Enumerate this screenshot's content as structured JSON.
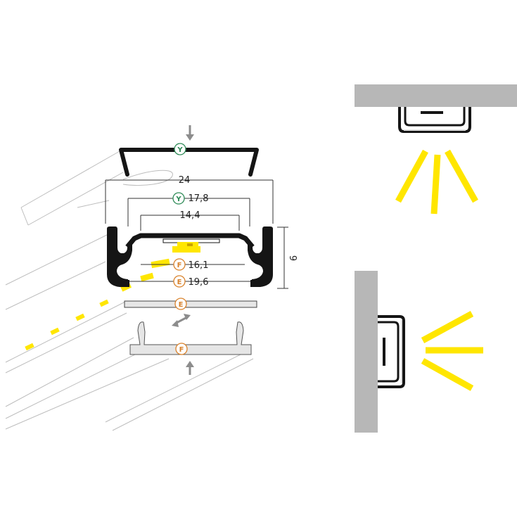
{
  "colors": {
    "profile": "#151515",
    "ghost_line": "#bdbdbd",
    "dim_line": "#333333",
    "led": "#ffe600",
    "led_dark": "#c9a200",
    "cover": "#e6e6e6",
    "wall": "#b7b7b7",
    "arrow": "#8c8c8c",
    "badge_y": "#2e8b57",
    "badge_f": "#d9822b",
    "badge_e": "#d9822b"
  },
  "badges": {
    "y": "Y",
    "f": "F",
    "e": "E"
  },
  "dimensions": {
    "overall_width": "24",
    "inner_top_y": "17,8",
    "inner_top": "14,4",
    "slot_f": "16,1",
    "slot_e": "19,6",
    "height": "9"
  },
  "mount_views": [
    "ceiling",
    "wall"
  ]
}
